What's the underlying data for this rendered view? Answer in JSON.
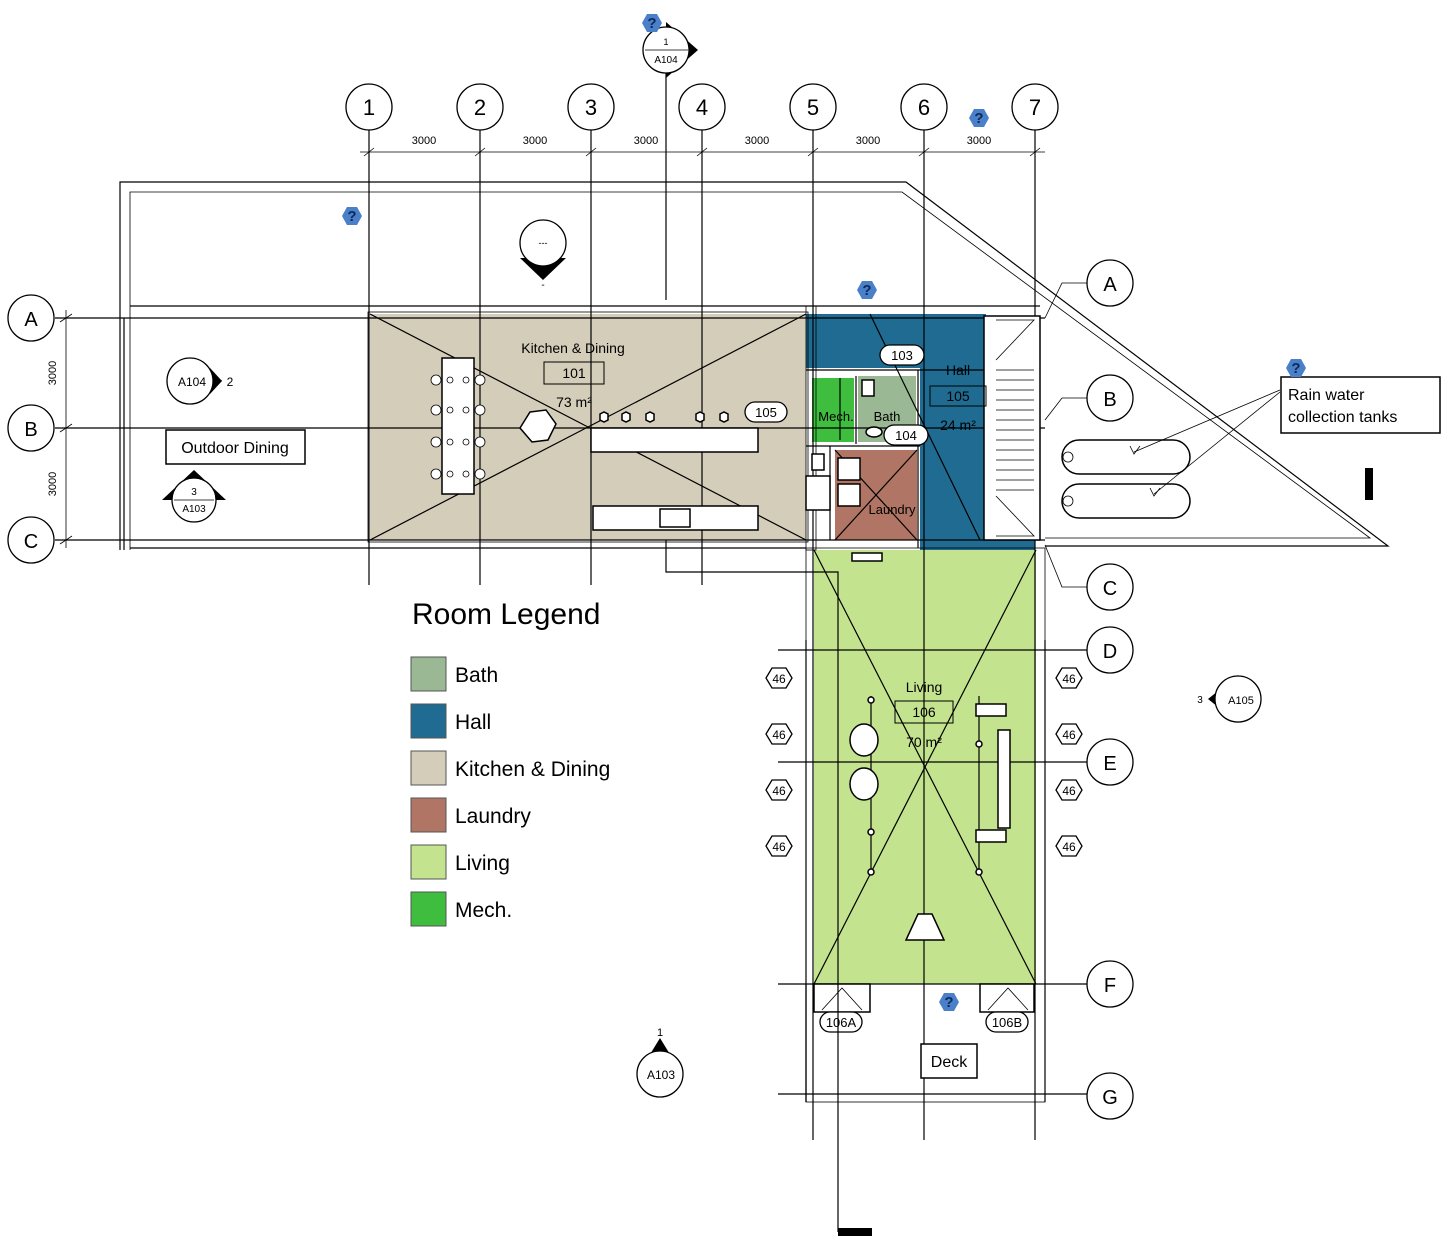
{
  "grid": {
    "columns": [
      "1",
      "2",
      "3",
      "4",
      "5",
      "6",
      "7"
    ],
    "rows_left": [
      "A",
      "B",
      "C"
    ],
    "rows_right": [
      "A",
      "B",
      "C",
      "D",
      "E",
      "F",
      "G"
    ],
    "column_spacing": [
      "3000",
      "3000",
      "3000",
      "3000",
      "3000",
      "3000"
    ],
    "row_spacing": [
      "3000",
      "3000"
    ]
  },
  "rooms": {
    "kitchen": {
      "name": "Kitchen & Dining",
      "number": "101",
      "area": "73 m²",
      "color": "#d4cdb9"
    },
    "hall": {
      "name": "Hall",
      "number": "105",
      "area": "24 m²",
      "color": "#1f6b91"
    },
    "bath": {
      "name": "Bath",
      "number": "104",
      "color": "#9ab894"
    },
    "mech": {
      "name": "Mech.",
      "number": "",
      "color": "#3fbd3f"
    },
    "laundry": {
      "name": "Laundry",
      "number": "",
      "color": "#b07564"
    },
    "living": {
      "name": "Living",
      "number": "106",
      "area": "70 m²",
      "color": "#c4e38f"
    }
  },
  "doors": {
    "d103": "103",
    "d105": "105",
    "d104": "104",
    "d106a": "106A",
    "d106b": "106B"
  },
  "labels": {
    "outdoor_dining": "Outdoor Dining",
    "deck": "Deck",
    "rain_water_line1": "Rain water",
    "rain_water_line2": "collection tanks"
  },
  "views": {
    "top_num": "1",
    "top_sheet": "A104",
    "left_sheet": "A104",
    "left_num": "2",
    "section_num": "3",
    "section_sheet": "A103",
    "right_num": "3",
    "right_sheet": "A105",
    "bottom_num": "1",
    "bottom_sheet": "A103",
    "elev_placeholder": "---",
    "elev_dash": "-"
  },
  "windows": {
    "tag": "46"
  },
  "legend": {
    "title": "Room Legend",
    "items": [
      {
        "label": "Bath",
        "color": "#9ab894"
      },
      {
        "label": "Hall",
        "color": "#1f6b91"
      },
      {
        "label": "Kitchen & Dining",
        "color": "#d4cdb9"
      },
      {
        "label": "Laundry",
        "color": "#b07564"
      },
      {
        "label": "Living",
        "color": "#c4e38f"
      },
      {
        "label": "Mech.",
        "color": "#3fbd3f"
      }
    ]
  },
  "help_icon": {
    "glyph": "?"
  }
}
